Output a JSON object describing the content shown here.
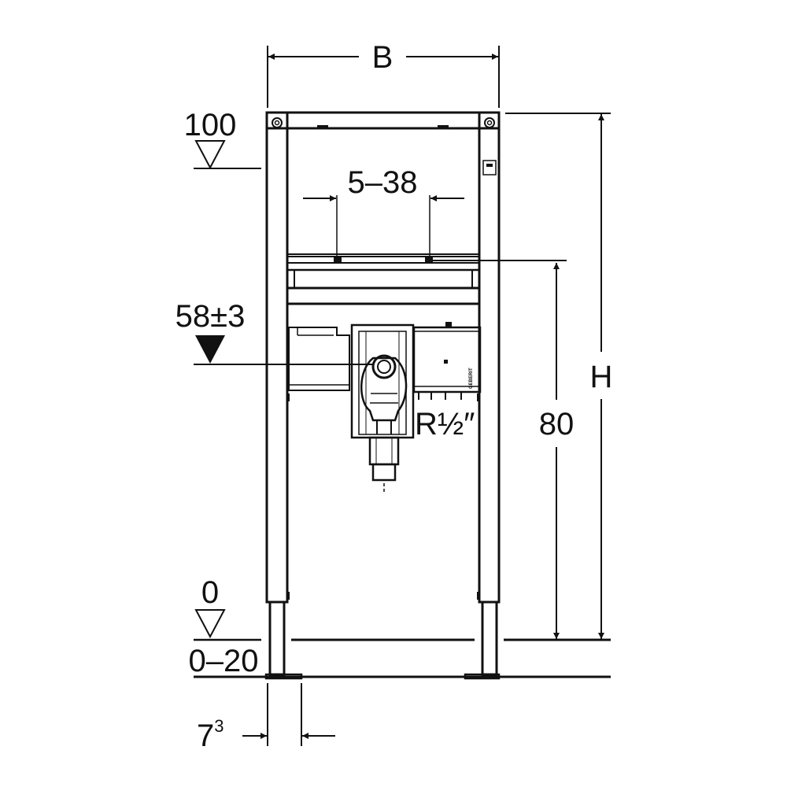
{
  "colors": {
    "ink": "#111111",
    "paper": "#ffffff"
  },
  "labels": {
    "width": "B",
    "height": "H",
    "top_level": "100",
    "bracket_spacing": "5–38",
    "drain_height": "58±3",
    "thread": "R½″",
    "connection_height": "80",
    "floor_level": "0",
    "foot_adjust": "0–20",
    "foot_width_base": "7",
    "foot_width_sup": "3",
    "brand": "GEBERIT"
  },
  "icons": [
    "level-marker-open-icon",
    "level-marker-filled-icon",
    "dimension-arrow-icon"
  ]
}
